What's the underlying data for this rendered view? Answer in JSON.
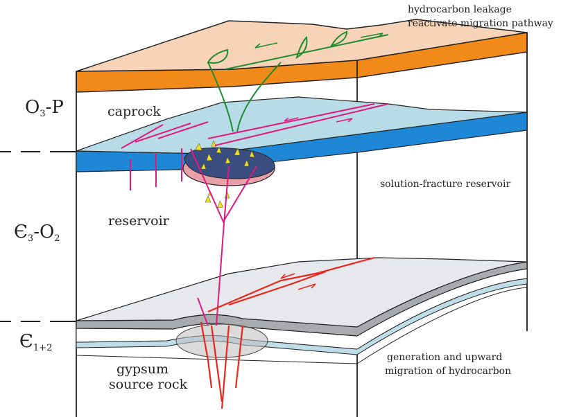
{
  "labels": {
    "leakage_line1": "hydrocarbon leakage",
    "leakage_line2": "reactivate migration pathway",
    "caprock": "caprock",
    "reservoir": "reservoir",
    "solution_fracture": "solution-fracture reservoir",
    "gypsum": "gypsum",
    "source_rock": "source rock",
    "generation_line1": "generation and  upward",
    "generation_line2": "migration of hydrocarbon"
  },
  "strata": {
    "o3p": {
      "main": "O",
      "sub": "3",
      "rest": "-P"
    },
    "e3o2": {
      "main": "Є",
      "sub1": "3",
      "mid": "-O",
      "sub2": "2"
    },
    "e12": {
      "main": "Є",
      "sub": "1+2"
    }
  },
  "colors": {
    "orange_layer": "#f28a1a",
    "top_surface": "#f7d3b8",
    "light_blue_surface": "#b8dbe8",
    "blue_layer": "#1e88d6",
    "grey_surface": "#e6e8eb",
    "grey_layer": "#a9aaae",
    "fault_green": "#1f8b2f",
    "fault_magenta": "#e0197f",
    "fault_red": "#e8261b",
    "karst_pink": "#e8a0a8",
    "karst_dark": "#3a4e82",
    "hydrocarbon_yellow": "#f2e12a"
  }
}
